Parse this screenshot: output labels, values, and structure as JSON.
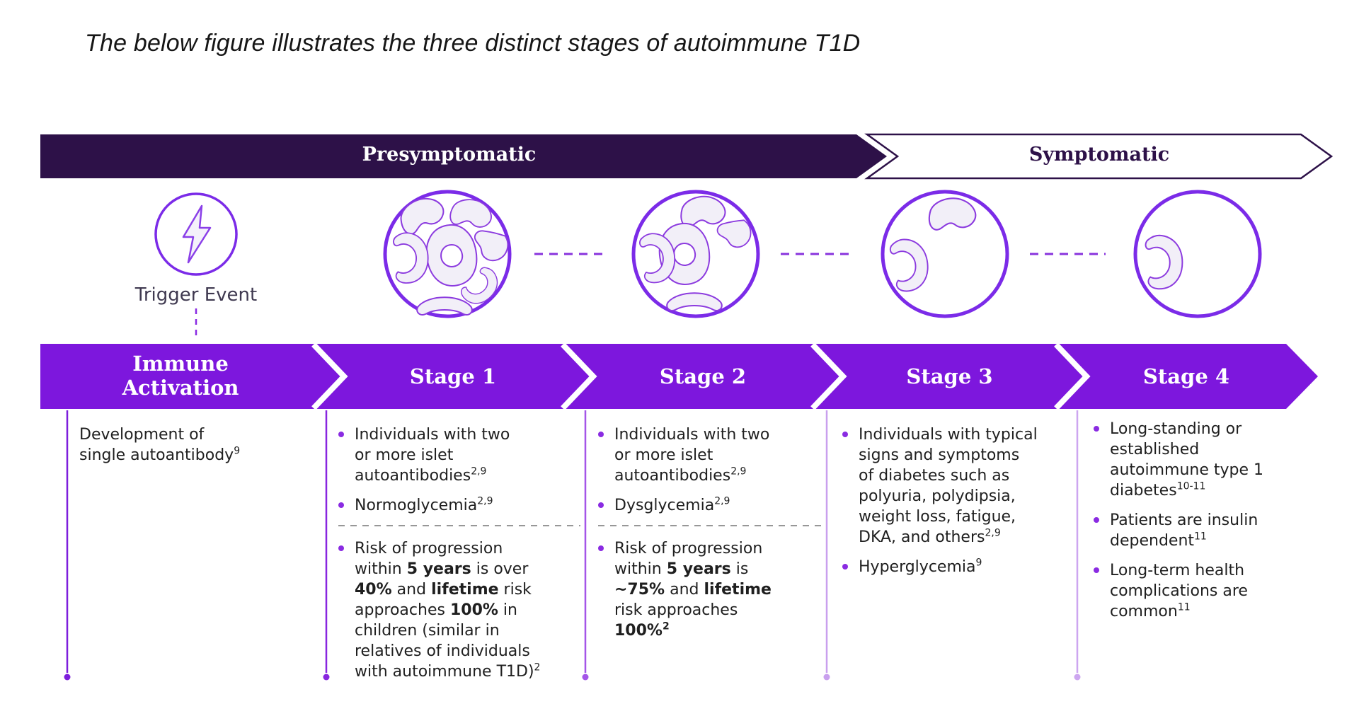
{
  "title": "The below figure illustrates the three distinct stages of autoimmune T1D",
  "banner": {
    "presymptomatic": "Presymptomatic",
    "symptomatic": "Symptomatic"
  },
  "trigger_label": "Trigger Event",
  "stage_labels": [
    "Immune Activation",
    "Stage 1",
    "Stage 2",
    "Stage 3",
    "Stage 4"
  ],
  "icons": {
    "trigger": "lightning-bolt-icon",
    "stage1": "islet-many-cells-icon",
    "stage2": "islet-fewer-cells-icon",
    "stage3": "islet-two-cells-icon",
    "stage4": "islet-one-cell-icon"
  },
  "colors": {
    "banner_dark": "#2D1148",
    "band_purple": "#7D17DD",
    "circle_stroke": "#7B2BE8",
    "blob_stroke": "#8C3BDF",
    "blob_fill": "#F2EFF8",
    "bullet": "#8A2BE2",
    "body_text": "#1f1f1f",
    "separator_lines": [
      "#7D1EDC",
      "#8826DF",
      "#A455E8",
      "#C9A0EE",
      "#CDA6F0"
    ]
  },
  "columns": [
    {
      "bullets": [
        [
          {
            "t": "Development of"
          },
          {
            "br": 1
          },
          {
            "t": "single autoantibody"
          },
          {
            "t": "9",
            "sup": 1
          }
        ]
      ]
    },
    {
      "bullets": [
        [
          {
            "t": "Individuals with two"
          },
          {
            "br": 1
          },
          {
            "t": "or more islet"
          },
          {
            "br": 1
          },
          {
            "t": "autoantibodies"
          },
          {
            "t": "2,9",
            "sup": 1
          }
        ],
        [
          {
            "t": "Normoglycemia"
          },
          {
            "t": "2,9",
            "sup": 1
          }
        ],
        [
          {
            "t": "Risk of progression"
          },
          {
            "br": 1
          },
          {
            "t": "within "
          },
          {
            "t": "5 years",
            "b": 1
          },
          {
            "t": " is over"
          },
          {
            "br": 1
          },
          {
            "t": "40%",
            "b": 1
          },
          {
            "t": " and "
          },
          {
            "t": "lifetime",
            "b": 1
          },
          {
            "t": " risk"
          },
          {
            "br": 1
          },
          {
            "t": "approaches "
          },
          {
            "t": "100%",
            "b": 1
          },
          {
            "t": " in"
          },
          {
            "br": 1
          },
          {
            "t": "children (similar in"
          },
          {
            "br": 1
          },
          {
            "t": "relatives of individuals"
          },
          {
            "br": 1
          },
          {
            "t": "with autoimmune T1D)"
          },
          {
            "t": "2",
            "sup": 1
          }
        ]
      ]
    },
    {
      "bullets": [
        [
          {
            "t": "Individuals with two"
          },
          {
            "br": 1
          },
          {
            "t": "or more islet"
          },
          {
            "br": 1
          },
          {
            "t": "autoantibodies"
          },
          {
            "t": "2,9",
            "sup": 1
          }
        ],
        [
          {
            "t": "Dysglycemia"
          },
          {
            "t": "2,9",
            "sup": 1
          }
        ],
        [
          {
            "t": "Risk of progression"
          },
          {
            "br": 1
          },
          {
            "t": "within "
          },
          {
            "t": "5 years",
            "b": 1
          },
          {
            "t": " is"
          },
          {
            "br": 1
          },
          {
            "t": "~75%",
            "b": 1
          },
          {
            "t": " and "
          },
          {
            "t": "lifetime",
            "b": 1
          },
          {
            "br": 1
          },
          {
            "t": "risk approaches"
          },
          {
            "br": 1
          },
          {
            "t": "100%",
            "b": 1
          },
          {
            "t": "2",
            "sup": 1,
            "b": 1
          }
        ]
      ]
    },
    {
      "bullets": [
        [
          {
            "t": "Individuals with typical"
          },
          {
            "br": 1
          },
          {
            "t": "signs and symptoms"
          },
          {
            "br": 1
          },
          {
            "t": "of diabetes such as"
          },
          {
            "br": 1
          },
          {
            "t": "polyuria, polydipsia,"
          },
          {
            "br": 1
          },
          {
            "t": "weight loss, fatigue,"
          },
          {
            "br": 1
          },
          {
            "t": "DKA, and others"
          },
          {
            "t": "2,9",
            "sup": 1
          }
        ],
        [
          {
            "t": "Hyperglycemia"
          },
          {
            "t": "9",
            "sup": 1
          }
        ]
      ]
    },
    {
      "bullets": [
        [
          {
            "t": "Long-standing or"
          },
          {
            "br": 1
          },
          {
            "t": "established"
          },
          {
            "br": 1
          },
          {
            "t": "autoimmune type 1"
          },
          {
            "br": 1
          },
          {
            "t": "diabetes"
          },
          {
            "t": "10-11",
            "sup": 1
          }
        ],
        [
          {
            "t": "Patients are insulin"
          },
          {
            "br": 1
          },
          {
            "t": "dependent"
          },
          {
            "t": "11",
            "sup": 1
          }
        ],
        [
          {
            "t": "Long-term health"
          },
          {
            "br": 1
          },
          {
            "t": "complications are"
          },
          {
            "br": 1
          },
          {
            "t": "common"
          },
          {
            "t": "11",
            "sup": 1
          }
        ]
      ]
    }
  ]
}
